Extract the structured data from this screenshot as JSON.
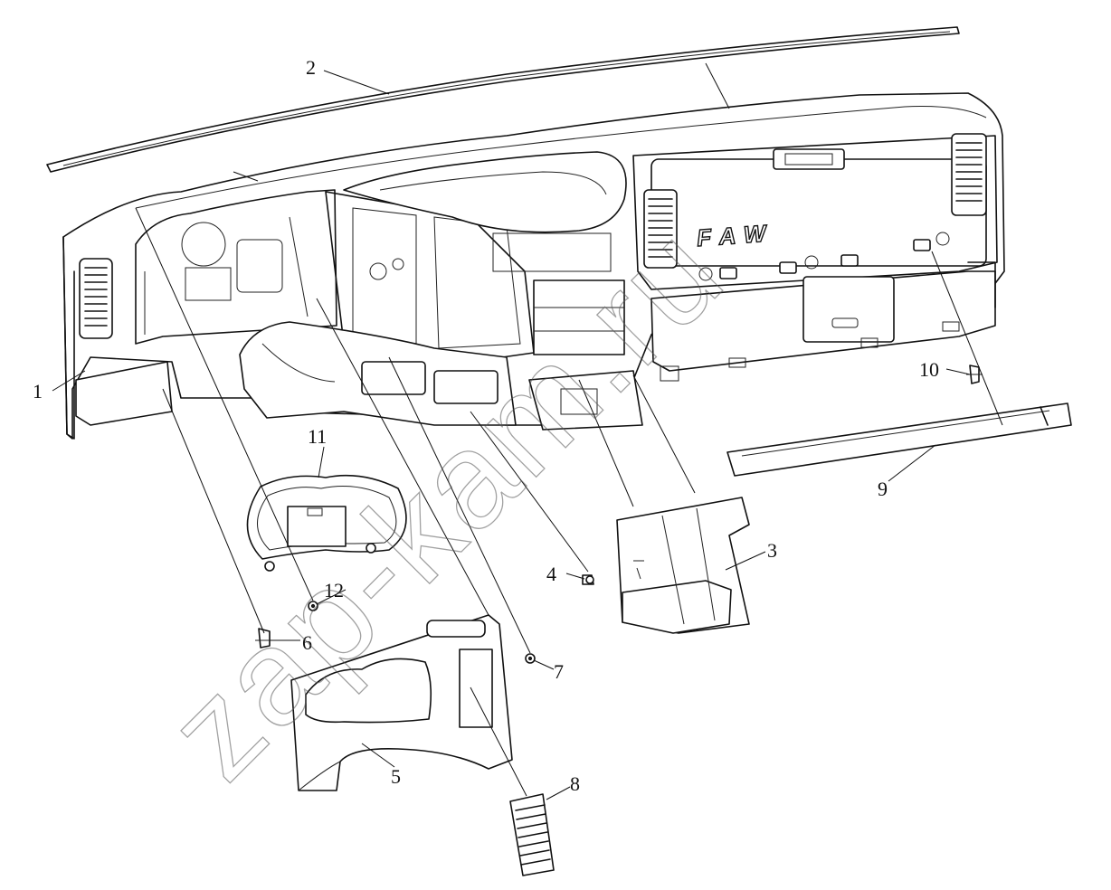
{
  "diagram": {
    "callouts": [
      "1",
      "2",
      "3",
      "4",
      "5",
      "6",
      "7",
      "8",
      "9",
      "10",
      "11",
      "12"
    ],
    "brand_lettering": "FAW",
    "watermark": "zap-kam.ru"
  }
}
